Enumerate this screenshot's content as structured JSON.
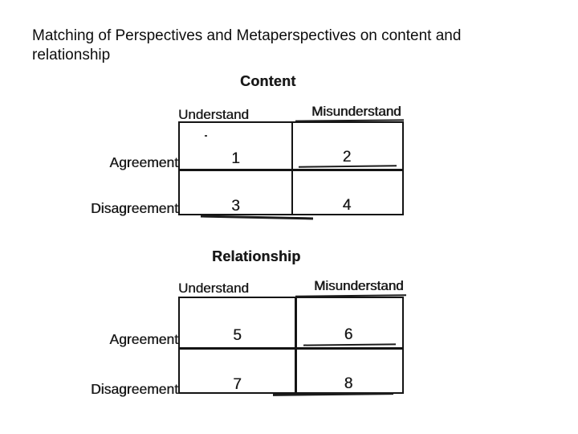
{
  "slide": {
    "title": "Matching of Perspectives and Metaperspectives on content and relationship",
    "background_color": "#ffffff",
    "ink_color": "#1a1a1a"
  },
  "matrices": [
    {
      "heading": "Content",
      "columns": [
        "Understand",
        "Misunderstand"
      ],
      "rows": [
        "Agreement",
        "Disagreement"
      ],
      "cells": [
        [
          "1",
          "2"
        ],
        [
          "3",
          "4"
        ]
      ]
    },
    {
      "heading": "Relationship",
      "columns": [
        "Understand",
        "Misunderstand"
      ],
      "rows": [
        "Agreement",
        "Disagreement"
      ],
      "cells": [
        [
          "5",
          "6"
        ],
        [
          "7",
          "8"
        ]
      ]
    }
  ]
}
